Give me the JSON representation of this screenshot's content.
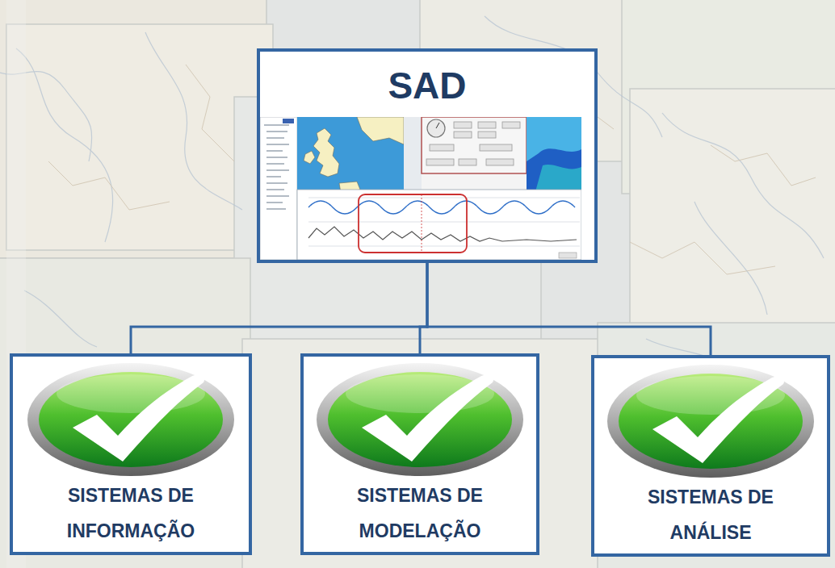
{
  "diagram": {
    "nodes": [
      {
        "text": [
          "SAD"
        ]
      },
      {
        "text": [
          "SISTEMAS DE INFORMAÇÃO"
        ]
      },
      {
        "text": [
          "SISTEMAS DE MODELAÇÃO"
        ]
      },
      {
        "text": [
          "SISTEMAS DE ANÁLISE"
        ]
      }
    ],
    "edges": [
      {
        "from": 0,
        "to": 1,
        "arrow": "none"
      },
      {
        "from": 0,
        "to": 2,
        "arrow": "none"
      },
      {
        "from": 0,
        "to": 3,
        "arrow": "none"
      }
    ]
  }
}
